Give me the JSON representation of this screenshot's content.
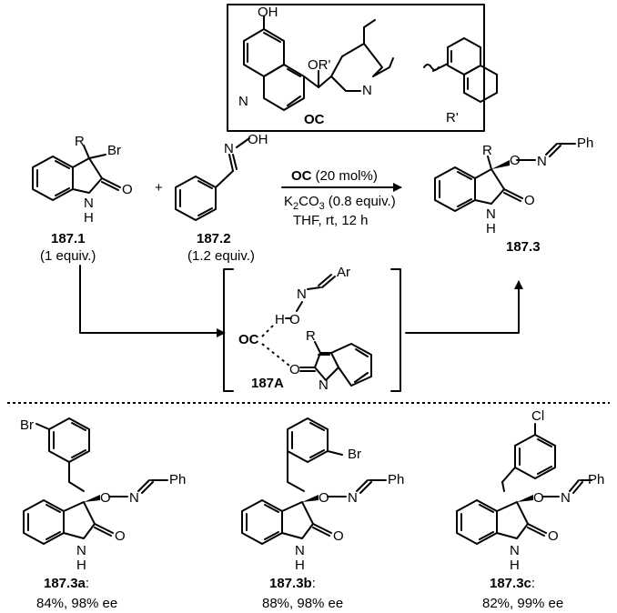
{
  "catalyst": {
    "substituents": {
      "oh": "OH",
      "or": "OR'",
      "n_ring": "N",
      "n_quin": "N"
    },
    "name": "OC",
    "r_label": "R'"
  },
  "reactant1": {
    "r": "R",
    "br": "Br",
    "o": "O",
    "n": "N",
    "h": "H",
    "id": "187.1",
    "equiv": "(1 equiv.)"
  },
  "plus": "+",
  "reactant2": {
    "n": "N",
    "oh": "OH",
    "id": "187.2",
    "equiv": "(1.2 equiv.)"
  },
  "conditions": {
    "catalyst": "OC",
    "catalyst_loading": "(20 mol%)",
    "base": "K",
    "base_sub1": "2",
    "base_mid": "CO",
    "base_sub2": "3",
    "base_equiv": "(0.8 equiv.)",
    "line3": "THF,  rt,  12 h"
  },
  "product": {
    "r": "R",
    "o1": "O",
    "n": "N",
    "ph": "Ph",
    "o2": "O",
    "nh": "N",
    "h": "H",
    "id": "187.3"
  },
  "intermediate": {
    "ar": "Ar",
    "n": "N",
    "h_o": "H",
    "o": "O",
    "oc": "OC",
    "r": "R",
    "o2": "O",
    "n2": "N",
    "id": "187A"
  },
  "examples": [
    {
      "sub": "Br",
      "o1": "O",
      "n": "N",
      "ph": "Ph",
      "o2": "O",
      "nh": "N",
      "h": "H",
      "id": "187.3a",
      "colon": ":",
      "result": "84%, 98% ee"
    },
    {
      "sub": "Br",
      "o1": "O",
      "n": "N",
      "ph": "Ph",
      "o2": "O",
      "nh": "N",
      "h": "H",
      "id": "187.3b",
      "colon": ":",
      "result": "88%, 98% ee"
    },
    {
      "sub": "Cl",
      "o1": "O",
      "n": "N",
      "ph": "Ph",
      "o2": "O",
      "nh": "N",
      "h": "H",
      "id": "187.3c",
      "colon": ":",
      "result": "82%, 99% ee"
    }
  ]
}
